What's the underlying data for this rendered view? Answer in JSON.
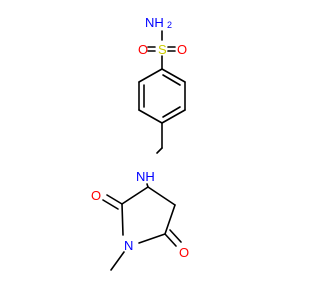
{
  "molecule": {
    "atoms": {
      "sulfur": "S",
      "sulfonyl_oxygen_left": "O",
      "sulfonyl_oxygen_right": "O",
      "sulfonamide_nitrogen": "NH",
      "sulfonamide_h_subscript": "2",
      "amine_nitrogen": "NH",
      "carbonyl_oxygen_upper": "O",
      "carbonyl_oxygen_lower": "O",
      "ring_nitrogen": "N"
    },
    "colors": {
      "bond": "#000000",
      "nitrogen": "#0000ff",
      "oxygen": "#ff0000",
      "sulfur": "#cccc00"
    }
  }
}
